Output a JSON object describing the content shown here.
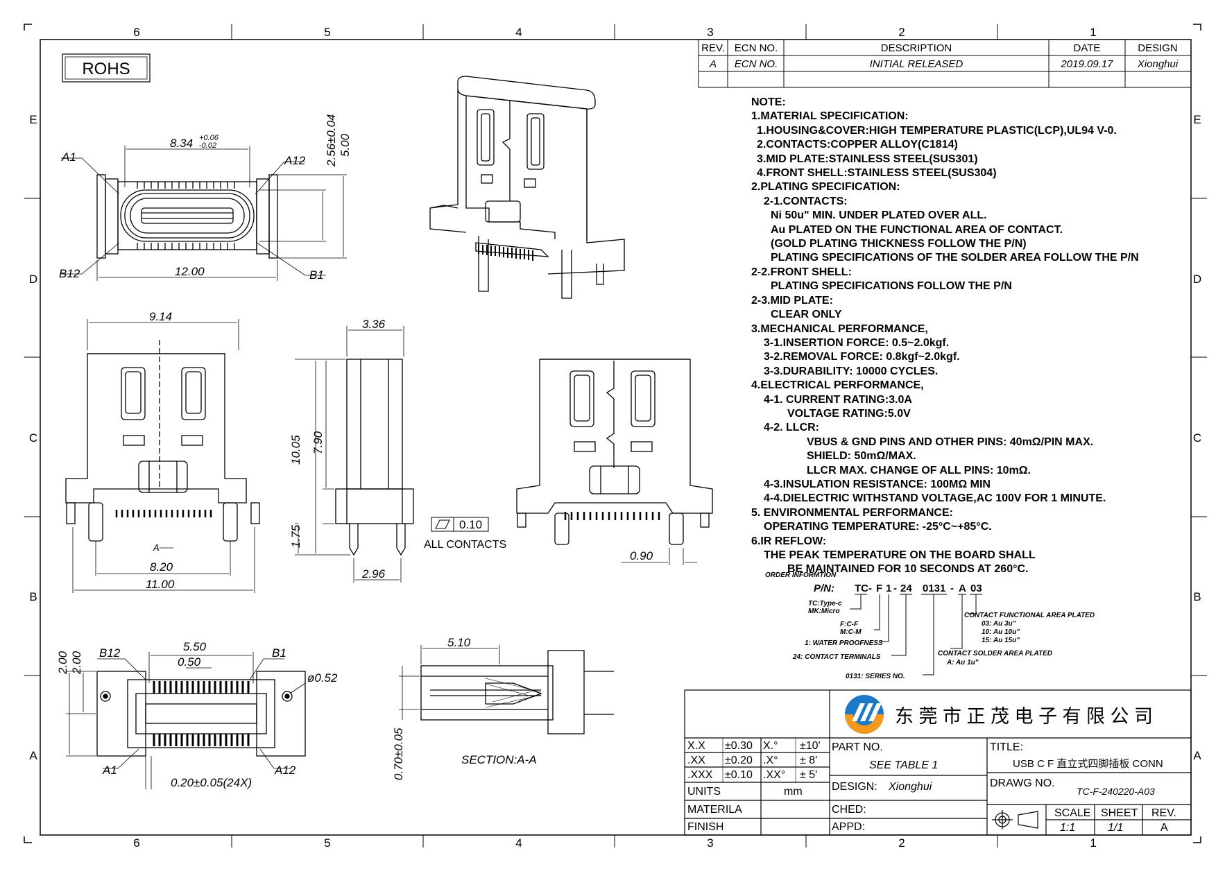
{
  "rohs": "ROHS",
  "zones": {
    "cols": [
      "6",
      "5",
      "4",
      "3",
      "2",
      "1"
    ],
    "rows": [
      "E",
      "D",
      "C",
      "B",
      "A"
    ]
  },
  "revision_table": {
    "headers": [
      "REV.",
      "ECN NO.",
      "DESCRIPTION",
      "DATE",
      "DESIGN"
    ],
    "row": [
      "A",
      "ECN NO.",
      "INITIAL RELEASED",
      "2019.09.17",
      "Xionghui"
    ]
  },
  "notes": [
    {
      "text": "NOTE:",
      "indent": 0
    },
    {
      "text": "1.MATERIAL SPECIFICATION:",
      "indent": 0
    },
    {
      "text": "1.HOUSING&COVER:HIGH TEMPERATURE PLASTIC(LCP),UL94 V-0.",
      "indent": 1
    },
    {
      "text": "2.CONTACTS:COPPER ALLOY(C1814)",
      "indent": 1
    },
    {
      "text": "3.MID PLATE:STAINLESS STEEL(SUS301)",
      "indent": 1
    },
    {
      "text": "4.FRONT SHELL:STAINLESS STEEL(SUS304)",
      "indent": 1
    },
    {
      "text": "2.PLATING SPECIFICATION:",
      "indent": 0
    },
    {
      "text": "2-1.CONTACTS:",
      "indent": 2
    },
    {
      "text": "Ni 50u\" MIN. UNDER PLATED OVER ALL.",
      "indent": 3
    },
    {
      "text": "Au PLATED ON THE FUNCTIONAL AREA OF CONTACT.",
      "indent": 3
    },
    {
      "text": "(GOLD PLATING THICKNESS FOLLOW THE P/N)",
      "indent": 3
    },
    {
      "text": "PLATING SPECIFICATIONS OF THE SOLDER AREA FOLLOW THE P/N",
      "indent": 3
    },
    {
      "text": "2-2.FRONT SHELL:",
      "indent": 0
    },
    {
      "text": "PLATING SPECIFICATIONS FOLLOW THE P/N",
      "indent": 3
    },
    {
      "text": "2-3.MID PLATE:",
      "indent": 0
    },
    {
      "text": "CLEAR ONLY",
      "indent": 3
    },
    {
      "text": "3.MECHANICAL PERFORMANCE,",
      "indent": 0
    },
    {
      "text": "3-1.INSERTION FORCE: 0.5~2.0kgf.",
      "indent": 2
    },
    {
      "text": "3-2.REMOVAL FORCE: 0.8kgf~2.0kgf.",
      "indent": 2
    },
    {
      "text": "3-3.DURABILITY: 10000 CYCLES.",
      "indent": 2
    },
    {
      "text": "4.ELECTRICAL PERFORMANCE,",
      "indent": 0
    },
    {
      "text": "4-1. CURRENT RATING:3.0A",
      "indent": 2
    },
    {
      "text": "VOLTAGE RATING:5.0V",
      "indent": 4
    },
    {
      "text": "4-2. LLCR:",
      "indent": 2
    },
    {
      "text": "VBUS & GND PINS AND OTHER PINS: 40mΩ/PIN MAX.",
      "indent": 5
    },
    {
      "text": "SHIELD: 50mΩ/MAX.",
      "indent": 5
    },
    {
      "text": "LLCR MAX. CHANGE OF ALL PINS: 10mΩ.",
      "indent": 5
    },
    {
      "text": "4-3.INSULATION RESISTANCE: 100MΩ MIN",
      "indent": 2
    },
    {
      "text": "4-4.DIELECTRIC WITHSTAND VOLTAGE,AC 100V FOR 1 MINUTE.",
      "indent": 2
    },
    {
      "text": "5. ENVIRONMENTAL PERFORMANCE:",
      "indent": 0
    },
    {
      "text": "OPERATING TEMPERATURE: -25°C~+85°C.",
      "indent": 2
    },
    {
      "text": "6.IR REFLOW:",
      "indent": 0
    },
    {
      "text": "THE PEAK TEMPERATURE ON THE BOARD SHALL",
      "indent": 2
    },
    {
      "text": "BE MAINTAINED FOR 10 SECONDS AT 260°C.",
      "indent": 4
    }
  ],
  "order_info": {
    "heading": "ORDER INFORMTION",
    "pn_label": "P/N:",
    "pn_parts": [
      "TC",
      "-",
      "F",
      "1",
      "-",
      "24",
      "0131",
      "-",
      "A",
      "03"
    ],
    "legends": {
      "type": [
        "TC:Type-c",
        "MK:Micro"
      ],
      "fc": [
        "F:C-F",
        "M:C-M"
      ],
      "water": "1: WATER PROOFNESS",
      "terminals": "24: CONTACT TERMINALS",
      "series": "0131: SERIES NO.",
      "functional": [
        "CONTACT FUNCTIONAL AREA PLATED",
        "03: Au 3u\"",
        "10: Au 10u\"",
        "15: Au 15u\""
      ],
      "solder": [
        "CONTACT SOLDER AREA PLATED",
        "A: Au 1u\""
      ]
    }
  },
  "dimensions": {
    "top_width": "8.34",
    "top_tol_plus": "+0.06",
    "top_tol_minus": "-0.02",
    "a1": "A1",
    "a12": "A12",
    "b12": "B12",
    "b1": "B1",
    "h256": "2.56±0.04",
    "h500": "5.00",
    "w1200": "12.00",
    "front_w": "9.14",
    "front_820": "8.20",
    "front_1100": "11.00",
    "section_mark": "A",
    "side_w": "3.36",
    "side_1005": "10.05",
    "side_790": "7.90",
    "side_175": "1.75",
    "side_296": "2.96",
    "flat": "0.10",
    "all_contacts": "ALL CONTACTS",
    "rear_090": "0.90",
    "bot_550": "5.50",
    "bot_050": "0.50",
    "bot_200a": "2.00",
    "bot_200b": "2.00",
    "bot_dia": "ø0.52",
    "bot_pitch": "0.20±0.05(24X)",
    "sec_510": "5.10",
    "sec_070": "0.70±0.05",
    "section_label": "SECTION:A-A"
  },
  "title_block": {
    "company": "东 莞 市 正 茂 电 子 有 限 公 司",
    "tolerances": [
      [
        "X.X",
        "±0.30",
        "X.°",
        "±10'"
      ],
      [
        ".XX",
        "±0.20",
        ".X°",
        "± 8'"
      ],
      [
        ".XXX",
        "±0.10",
        ".XX°",
        "± 5'"
      ]
    ],
    "units_label": "UNITS",
    "units_value": "mm",
    "material_label": "MATERILA",
    "finish_label": "FINISH",
    "part_no_label": "PART NO.",
    "part_no_value": "SEE TABLE 1",
    "design_label": "DESIGN:",
    "design_value": "Xionghui",
    "ched_label": "CHED:",
    "appd_label": "APPD:",
    "title_label": "TITLE:",
    "title_value": "USB C F 直立式四脚插板 CONN",
    "drawg_label": "DRAWG NO.",
    "drawg_value": "TC-F-240220-A03",
    "scale_label": "SCALE",
    "scale_value": "1:1",
    "sheet_label": "SHEET",
    "sheet_value": "1/1",
    "rev_label": "REV.",
    "rev_value": "A"
  },
  "colors": {
    "line": "#000000",
    "logo_blue": "#1e78c8",
    "logo_orange": "#f39a1e"
  }
}
